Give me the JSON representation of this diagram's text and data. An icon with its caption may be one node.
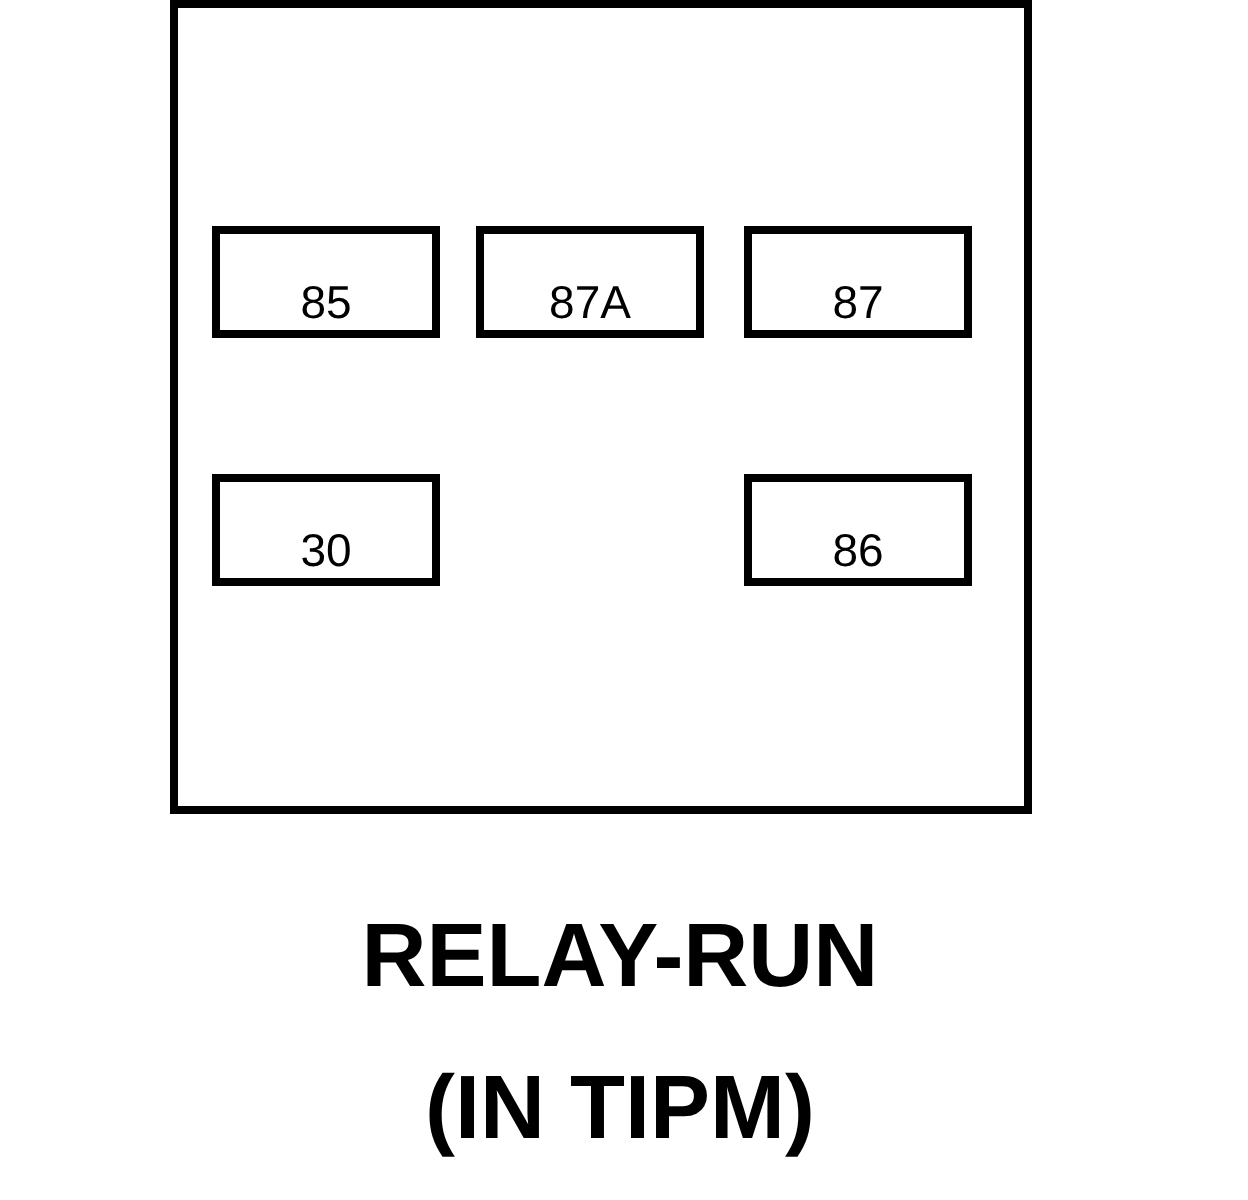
{
  "diagram": {
    "caption": "RELAY-RUN (IN TIPM)",
    "nodes": [
      {
        "text": [],
        "shape": "box"
      },
      {
        "text": [
          "85"
        ],
        "in": 0
      },
      {
        "text": [
          "87A"
        ],
        "in": 0
      },
      {
        "text": [
          "87"
        ],
        "in": 0
      },
      {
        "text": [
          "30"
        ],
        "in": 0
      },
      {
        "text": [
          "86"
        ],
        "in": 0
      }
    ]
  }
}
